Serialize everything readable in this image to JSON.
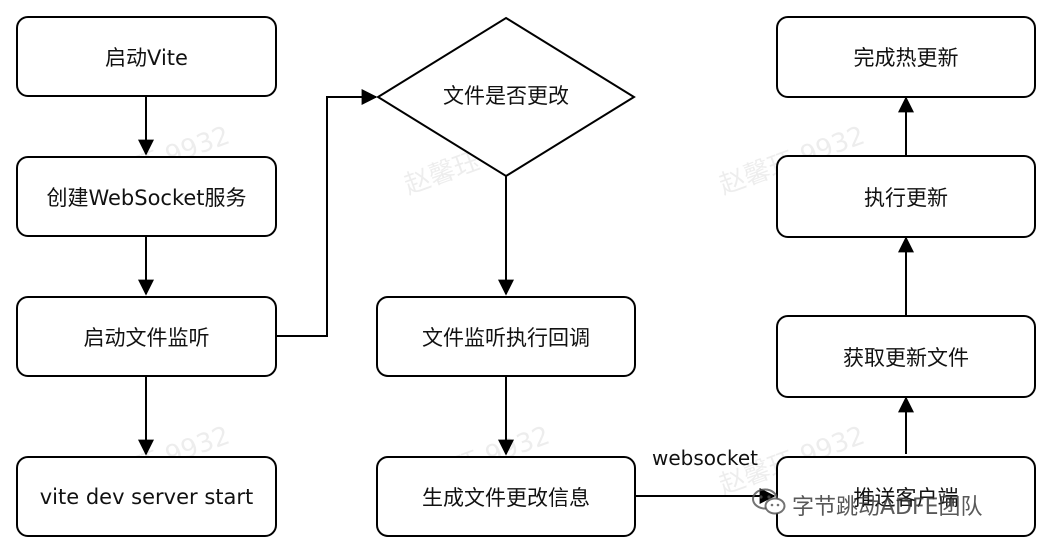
{
  "nodes": {
    "start_vite": "启动Vite",
    "create_websocket": "创建WebSocket服务",
    "start_file_watch": "启动文件监听",
    "vite_dev_server_start": "vite dev server start",
    "file_changed_decision": "文件是否更改",
    "file_watch_callback": "文件监听执行回调",
    "generate_change_info": "生成文件更改信息",
    "push_to_client": "推送客户端",
    "fetch_updated_files": "获取更新文件",
    "execute_update": "执行更新",
    "hot_update_complete": "完成热更新"
  },
  "edge_labels": {
    "websocket": "websocket"
  },
  "watermark": "赵馨珏 9932",
  "account_badge": "字节跳动ADFE团队",
  "colors": {
    "stroke": "#000000",
    "background": "#ffffff"
  }
}
